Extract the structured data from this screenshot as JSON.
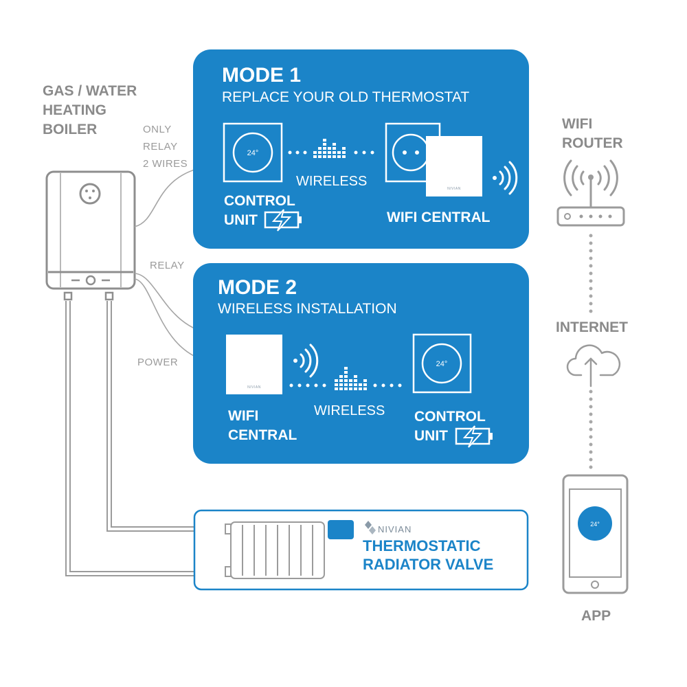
{
  "boiler": {
    "line1": "GAS / WATER",
    "line2": "HEATING",
    "line3": "BOILER"
  },
  "wire_labels": {
    "only": "ONLY",
    "relay_line": "RELAY",
    "two_wires": "2 WIRES",
    "relay": "RELAY",
    "power": "POWER"
  },
  "mode1": {
    "title": "MODE 1",
    "subtitle": "REPLACE YOUR OLD THERMOSTAT",
    "wireless": "WIRELESS",
    "control_unit_line1": "CONTROL",
    "control_unit_line2": "UNIT",
    "wifi_central": "WIFI CENTRAL",
    "temp": "24°",
    "brand": "NIVIAN"
  },
  "mode2": {
    "title": "MODE 2",
    "subtitle": "WIRELESS INSTALLATION",
    "wireless": "WIRELESS",
    "wifi_central_line1": "WIFI",
    "wifi_central_line2": "CENTRAL",
    "control_unit_line1": "CONTROL",
    "control_unit_line2": "UNIT",
    "temp": "24°",
    "brand": "NIVIAN"
  },
  "valve": {
    "brand": "NIVIAN",
    "line1": "THERMOSTATIC",
    "line2": "RADIATOR VALVE"
  },
  "router": {
    "line1": "WIFI",
    "line2": "ROUTER"
  },
  "internet": {
    "label": "INTERNET"
  },
  "app": {
    "label": "APP",
    "temp": "24°"
  },
  "colors": {
    "panel_blue": "#1b84c8",
    "gray": "#8a8a8a",
    "line_gray": "#9b9b9b"
  }
}
